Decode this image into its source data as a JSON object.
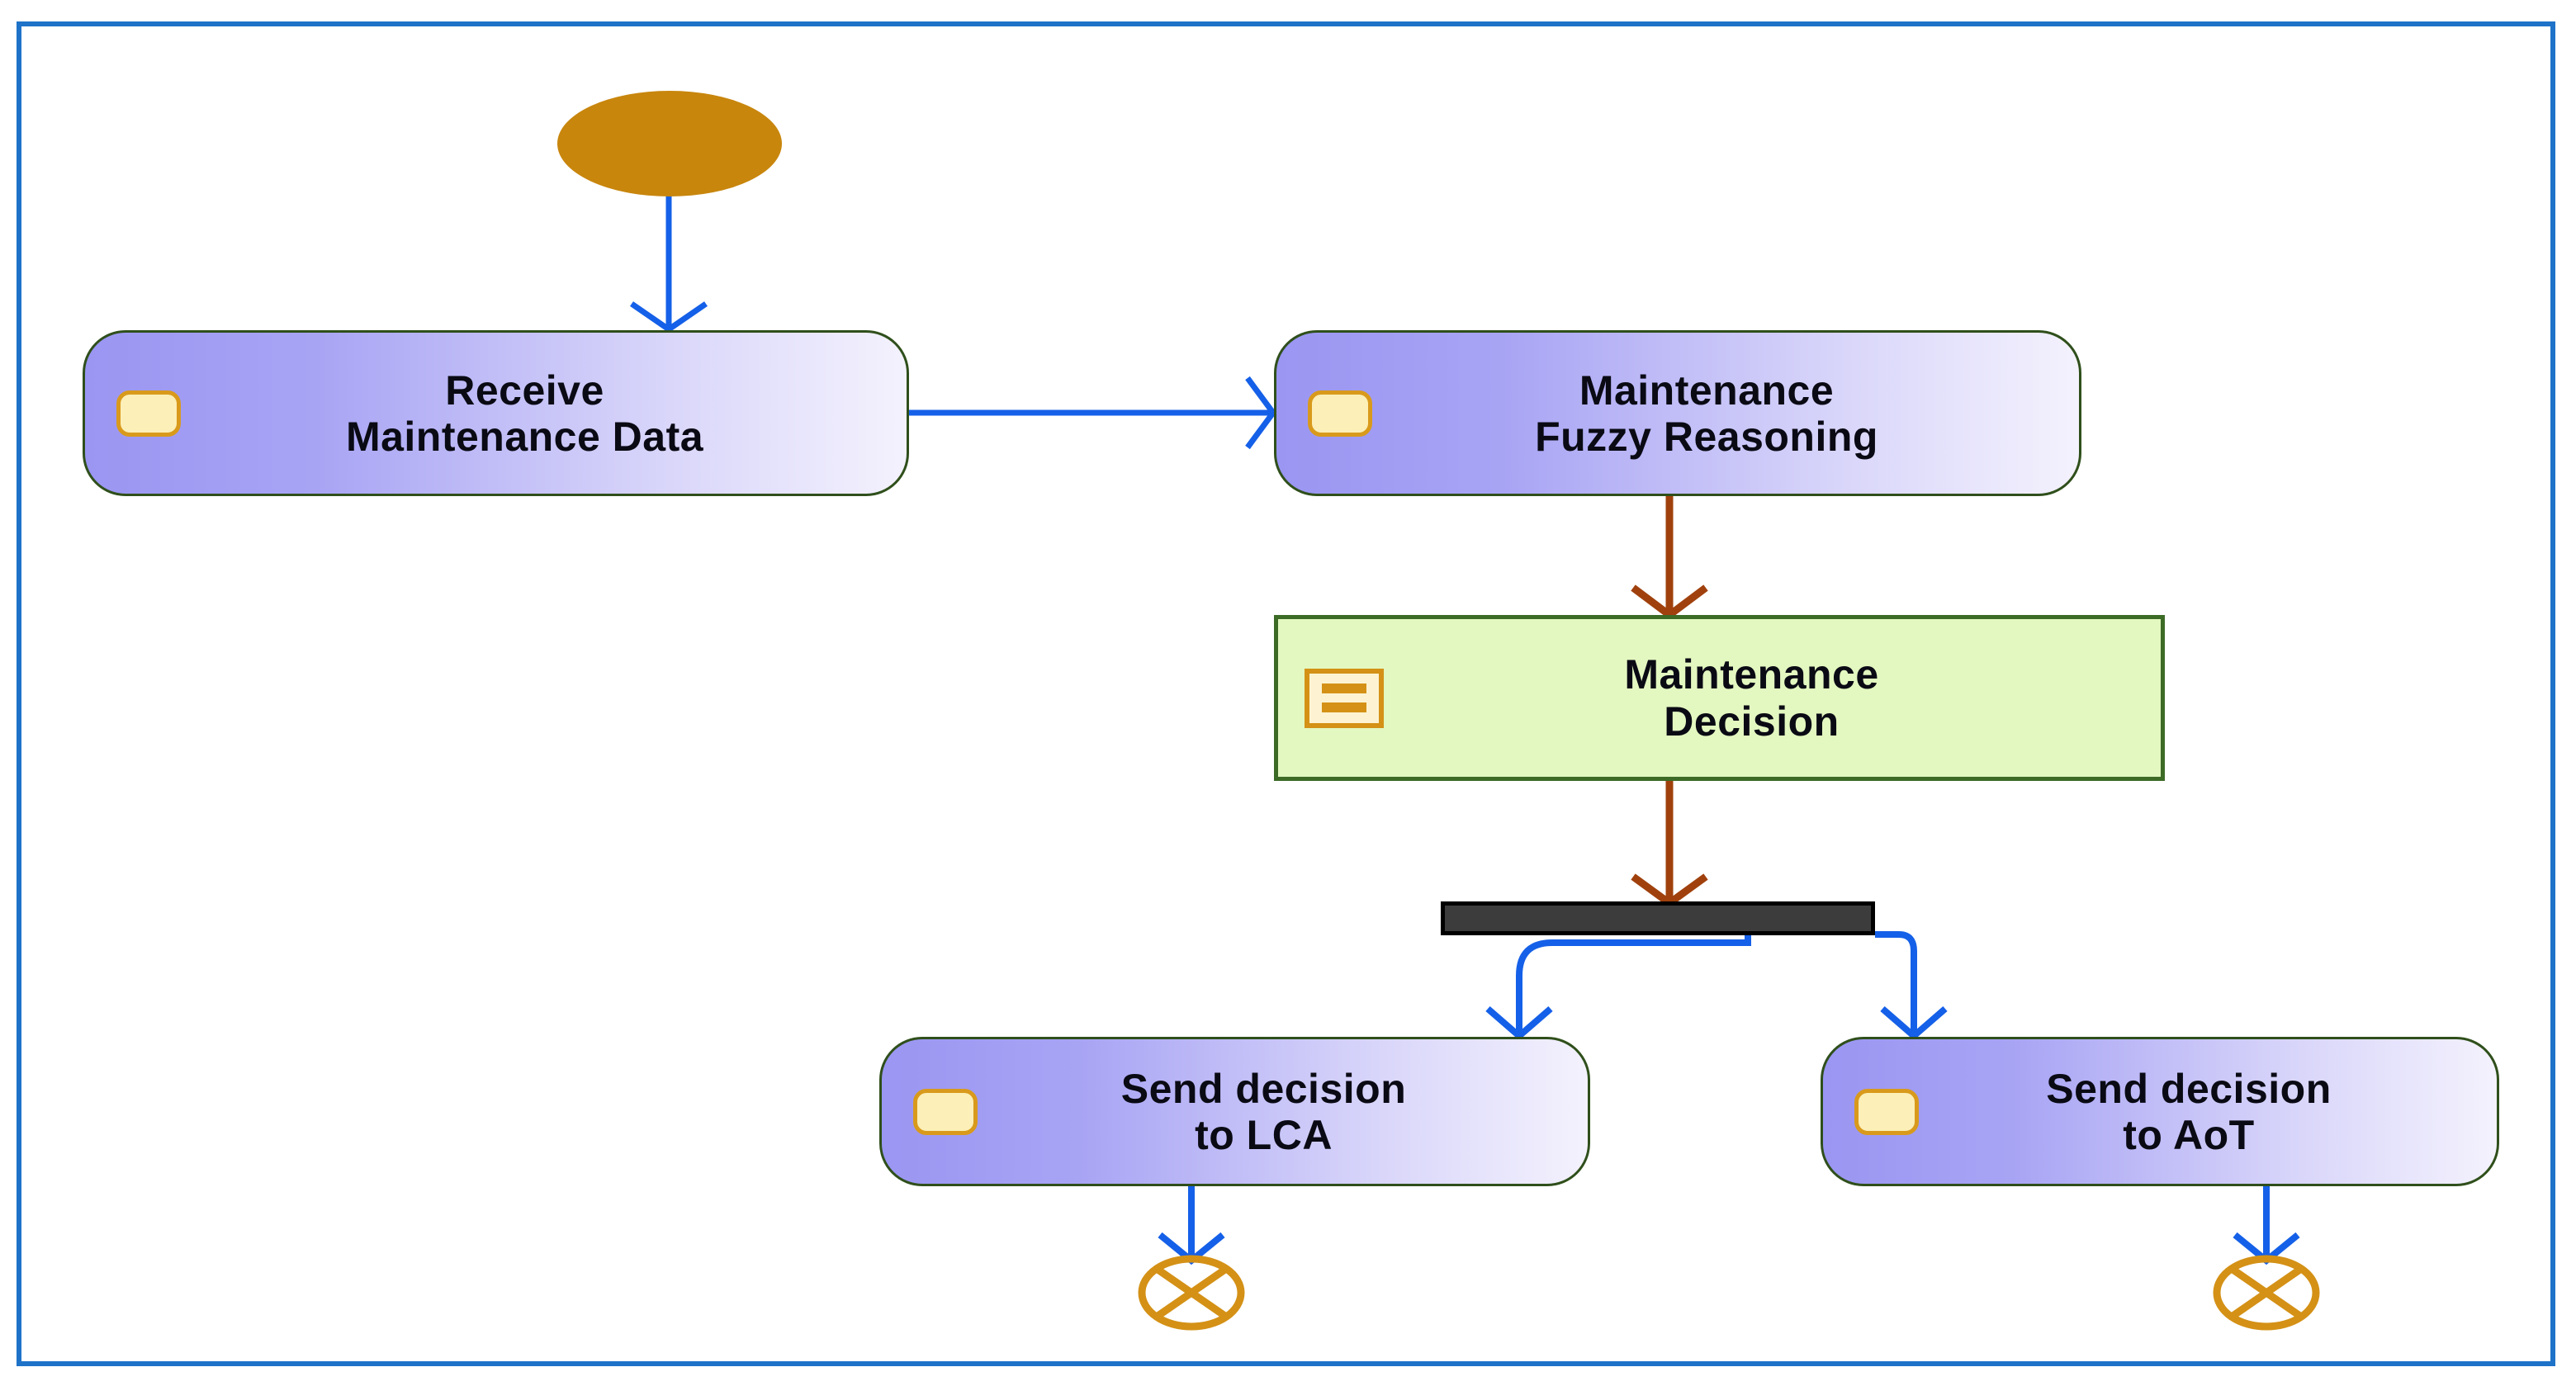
{
  "diagram": {
    "type": "uml-activity-diagram",
    "frame": {
      "border_color": "#1E72C8"
    },
    "palette": {
      "initial_node_fill": "#C8860D",
      "action_border": "#2F4F1B",
      "action_gradient_start": "#9A96F2",
      "action_gradient_end": "#F4F2FD",
      "action_icon_fill": "#FCEFB8",
      "action_icon_border": "#D99A1C",
      "object_fill": "#E3F7C0",
      "object_border": "#3C6B26",
      "object_icon_border": "#D49116",
      "fork_fill": "#3C3C3C",
      "fork_border": "#000000",
      "control_flow_blue": "#1560E8",
      "object_flow_brown": "#A0410D",
      "final_node_stroke": "#D49116",
      "label_color": "#0A0A14"
    },
    "nodes": {
      "initial": {
        "name": "initial-node",
        "label": ""
      },
      "receive_maintenance_data": {
        "label": "Receive\nMaintenance Data",
        "icon": "action-icon"
      },
      "maintenance_fuzzy_reasoning": {
        "label": "Maintenance\nFuzzy Reasoning",
        "icon": "action-icon"
      },
      "maintenance_decision": {
        "label": "Maintenance\nDecision",
        "icon": "object-node-icon"
      },
      "fork": {
        "label": ""
      },
      "send_decision_to_lca": {
        "label": "Send decision\nto LCA",
        "icon": "action-icon"
      },
      "send_decision_to_aot": {
        "label": "Send decision\nto AoT",
        "icon": "action-icon"
      },
      "flow_final_left": {
        "label": ""
      },
      "flow_final_right": {
        "label": ""
      }
    },
    "edges": [
      {
        "from": "initial",
        "to": "receive_maintenance_data",
        "style": "control-flow",
        "color": "#1560E8"
      },
      {
        "from": "receive_maintenance_data",
        "to": "maintenance_fuzzy_reasoning",
        "style": "control-flow",
        "color": "#1560E8"
      },
      {
        "from": "maintenance_fuzzy_reasoning",
        "to": "maintenance_decision",
        "style": "object-flow",
        "color": "#A0410D"
      },
      {
        "from": "maintenance_decision",
        "to": "fork",
        "style": "object-flow",
        "color": "#A0410D"
      },
      {
        "from": "fork",
        "to": "send_decision_to_lca",
        "style": "control-flow",
        "color": "#1560E8"
      },
      {
        "from": "fork",
        "to": "send_decision_to_aot",
        "style": "control-flow",
        "color": "#1560E8"
      },
      {
        "from": "send_decision_to_lca",
        "to": "flow_final_left",
        "style": "control-flow",
        "color": "#1560E8"
      },
      {
        "from": "send_decision_to_aot",
        "to": "flow_final_right",
        "style": "control-flow",
        "color": "#1560E8"
      }
    ]
  }
}
